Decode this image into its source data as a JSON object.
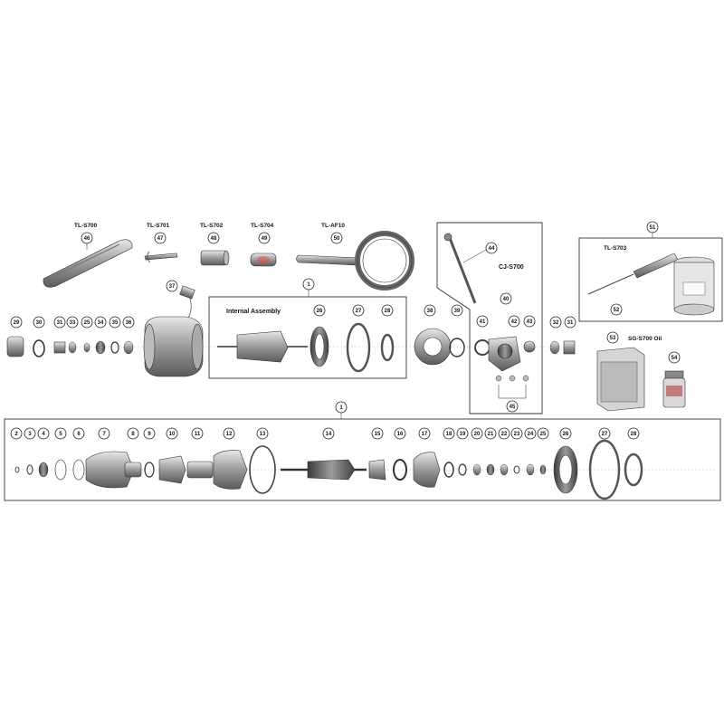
{
  "tools": [
    {
      "name": "TL-S700",
      "number": "46"
    },
    {
      "name": "TL-S701",
      "number": "47"
    },
    {
      "name": "TL-S702",
      "number": "48"
    },
    {
      "name": "TL-S704",
      "number": "49"
    },
    {
      "name": "TL-AF10",
      "number": "50"
    }
  ],
  "cj_label": "CJ-S700",
  "cj_numbers": [
    "44",
    "40",
    "41",
    "42",
    "43",
    "45"
  ],
  "tl_s703": {
    "number": "51",
    "name": "TL-S703",
    "subnumber": "52"
  },
  "oil": {
    "name": "SG-S700 Oil",
    "numbers": [
      "53",
      "54"
    ]
  },
  "internal_assembly": {
    "label": "Internal Assembly",
    "number": "1",
    "numbers": [
      "26",
      "27",
      "28"
    ]
  },
  "upper_row_numbers": [
    "29",
    "30",
    "31",
    "33",
    "25",
    "34",
    "35",
    "36",
    "37",
    "38",
    "39",
    "32",
    "31"
  ],
  "main_assembly": {
    "number": "1",
    "numbers": [
      "2",
      "3",
      "4",
      "5",
      "6",
      "7",
      "8",
      "9",
      "10",
      "11",
      "12",
      "13",
      "14",
      "15",
      "16",
      "17",
      "18",
      "19",
      "20",
      "21",
      "22",
      "23",
      "24",
      "25",
      "26",
      "27",
      "28"
    ]
  }
}
